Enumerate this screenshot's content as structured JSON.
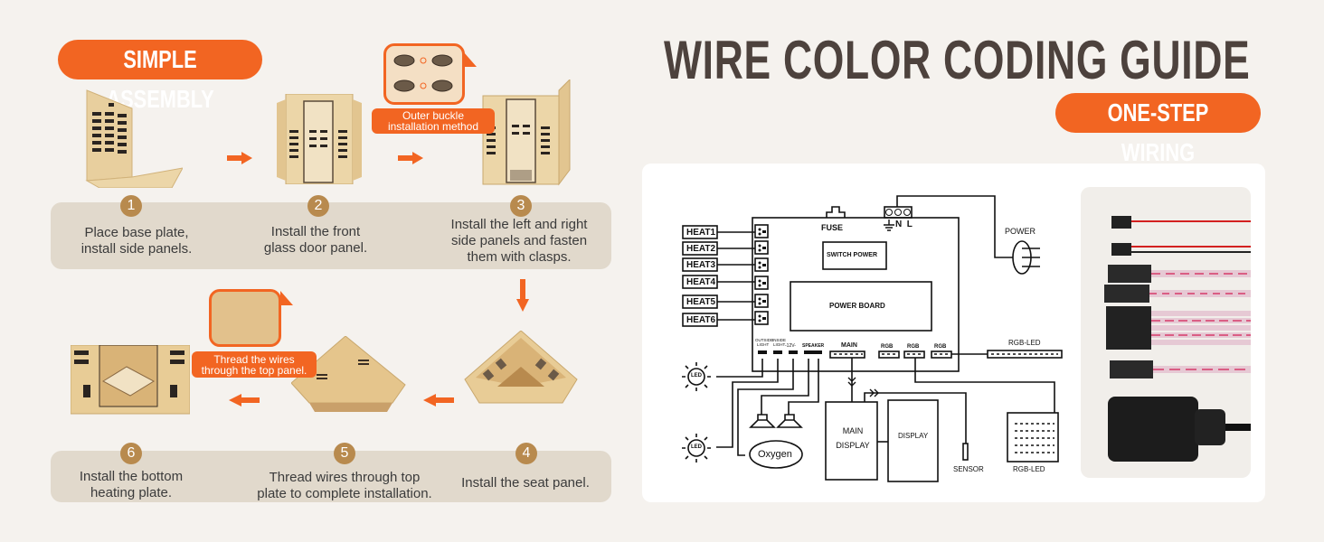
{
  "left": {
    "badge": "SIMPLE ASSEMBLY",
    "steps": [
      {
        "n": "1",
        "caption": [
          "Place base plate,",
          "install side panels."
        ]
      },
      {
        "n": "2",
        "caption": [
          "Install the front",
          "glass door panel."
        ]
      },
      {
        "n": "3",
        "caption": [
          "Install the left and right",
          "side panels and fasten",
          "them with clasps."
        ]
      },
      {
        "n": "4",
        "caption": [
          "Install the seat panel."
        ]
      },
      {
        "n": "5",
        "caption": [
          "Thread wires through top",
          "plate to complete installation."
        ]
      },
      {
        "n": "6",
        "caption": [
          "Install the bottom",
          "heating plate."
        ]
      }
    ],
    "callout_buckle": [
      "Outer buckle",
      "installation method"
    ],
    "callout_wires": [
      "Thread the wires",
      "through the top panel."
    ],
    "accent": "#f26522",
    "step_number_color": "#b88a4e"
  },
  "right": {
    "title": "WIRE COLOR CODING GUIDE",
    "badge": "ONE-STEP WIRING",
    "diagram": {
      "heat_labels": [
        "HEAT1",
        "HEAT2",
        "HEAT3",
        "HEAT4",
        "HEAT5",
        "HEAT6"
      ],
      "fuse": "FUSE",
      "terminal": "N  L",
      "switch_power": "SWITCH POWER",
      "power_board": "POWER BOARD",
      "power": "POWER",
      "ports": [
        "OUTSIDE LIGHT 12V",
        "INSIDE LIGHT +12V",
        "-12V-",
        "SPEAKER",
        "MAIN",
        "RGB",
        "RGB",
        "RGB"
      ],
      "rgb_led_strip": "RGB-LED",
      "led": "LED",
      "oxygen": "Oxygen",
      "main_display": [
        "MAIN",
        "DISPLAY"
      ],
      "display": "DISPLAY",
      "sensor": "SENSOR",
      "rgb_led_panel": "RGB-LED"
    }
  }
}
